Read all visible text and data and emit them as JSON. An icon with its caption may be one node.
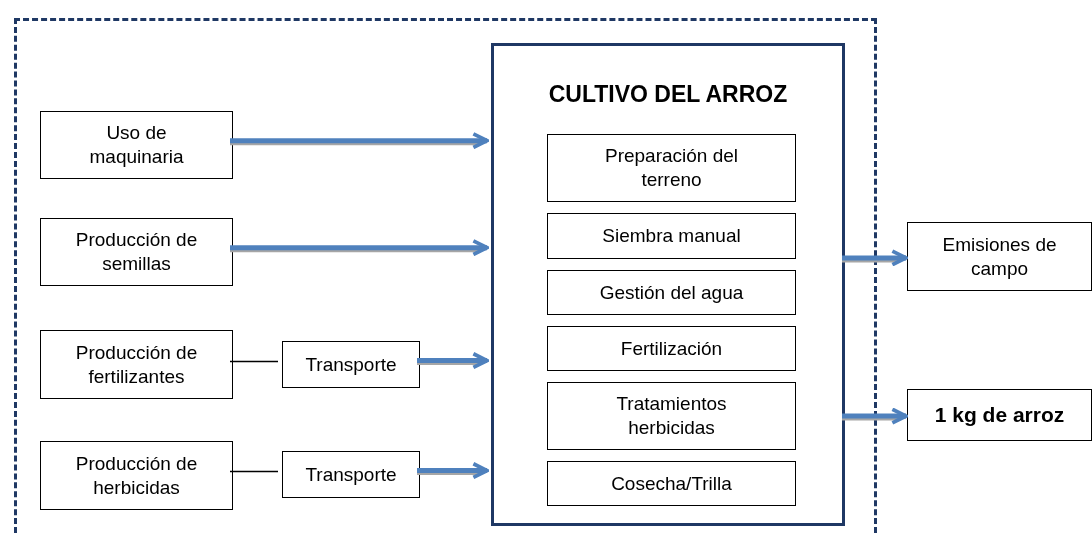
{
  "diagram": {
    "nodes": [
      {
        "text": [],
        "shape": "box"
      },
      {
        "text": [
          "CULTIVO DEL ARROZ"
        ],
        "in": 0
      },
      {
        "text": [
          "Preparación del terreno"
        ],
        "in": 1
      },
      {
        "text": [
          "Siembra manual"
        ],
        "in": 1
      },
      {
        "text": [
          "Gestión del agua"
        ],
        "in": 1
      },
      {
        "text": [
          "Fertilización"
        ],
        "in": 1
      },
      {
        "text": [
          "Tratamientos herbicidas"
        ],
        "in": 1
      },
      {
        "text": [
          "Cosecha/Trilla"
        ],
        "in": 1
      },
      {
        "text": [
          "Uso de maquinaria"
        ],
        "in": 0
      },
      {
        "text": [
          "Producción de semillas"
        ],
        "in": 0
      },
      {
        "text": [
          "Producción de fertilizantes"
        ],
        "in": 0
      },
      {
        "text": [
          "Transporte"
        ],
        "in": 0
      },
      {
        "text": [
          "Producción de herbicidas"
        ],
        "in": 0
      },
      {
        "text": [
          "Transporte"
        ],
        "in": 0
      },
      {
        "text": [
          "Emisiones de campo"
        ]
      },
      {
        "text": [
          "1 kg de arroz"
        ]
      }
    ],
    "edges": [
      {
        "from": 8,
        "to": 1,
        "arrow": "to"
      },
      {
        "from": 9,
        "to": 1,
        "arrow": "to"
      },
      {
        "from": 10,
        "to": 11,
        "arrow": "none",
        "color": "#000000"
      },
      {
        "from": 11,
        "to": 1,
        "arrow": "to"
      },
      {
        "from": 12,
        "to": 13,
        "arrow": "none",
        "color": "#000000"
      },
      {
        "from": 13,
        "to": 1,
        "arrow": "to"
      },
      {
        "from": 1,
        "to": 14,
        "arrow": "to"
      },
      {
        "from": 1,
        "to": 15,
        "arrow": "to"
      }
    ]
  }
}
